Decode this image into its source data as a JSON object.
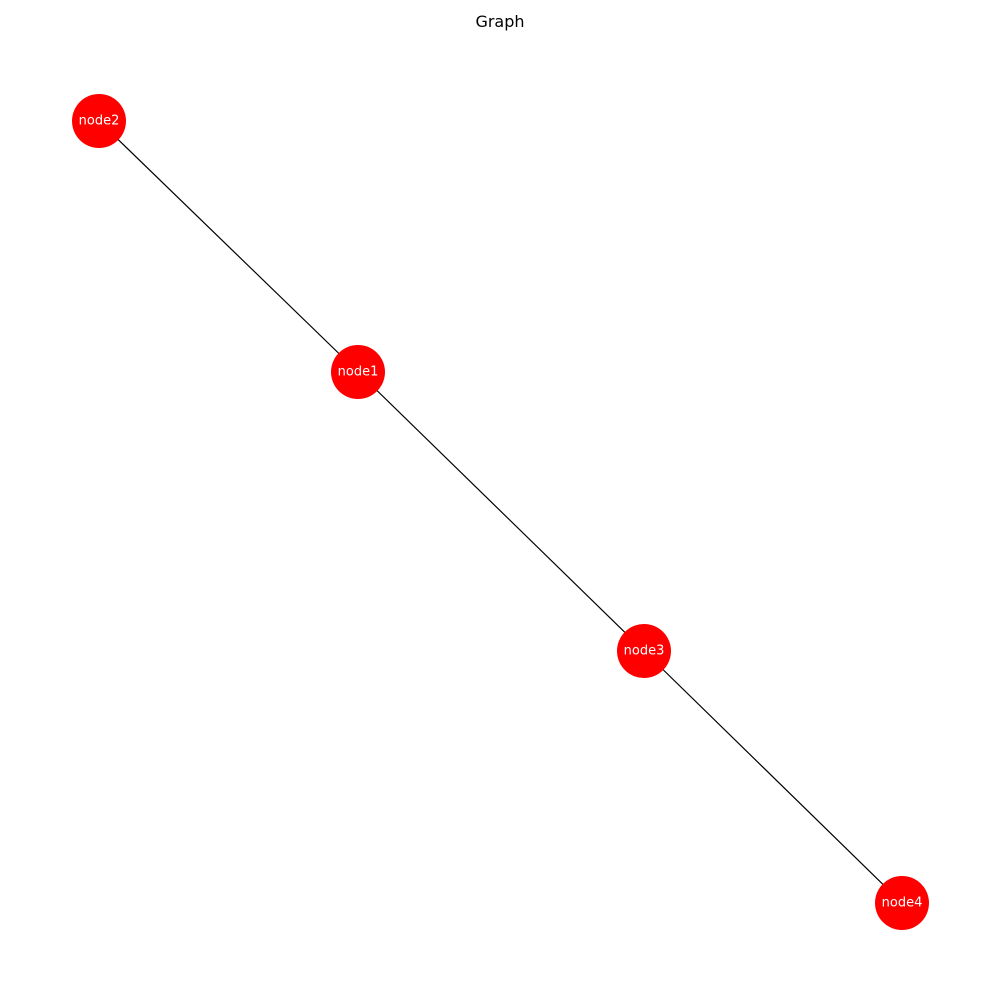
{
  "title": "Graph",
  "colors": {
    "node_fill": "#ff0000",
    "node_label": "#ffffff",
    "edge": "#000000",
    "background": "#ffffff"
  },
  "nodes": [
    {
      "id": "node1",
      "label": "node1"
    },
    {
      "id": "node2",
      "label": "node2"
    },
    {
      "id": "node3",
      "label": "node3"
    },
    {
      "id": "node4",
      "label": "node4"
    }
  ],
  "edges": [
    {
      "source": "node2",
      "target": "node1"
    },
    {
      "source": "node1",
      "target": "node3"
    },
    {
      "source": "node3",
      "target": "node4"
    }
  ]
}
